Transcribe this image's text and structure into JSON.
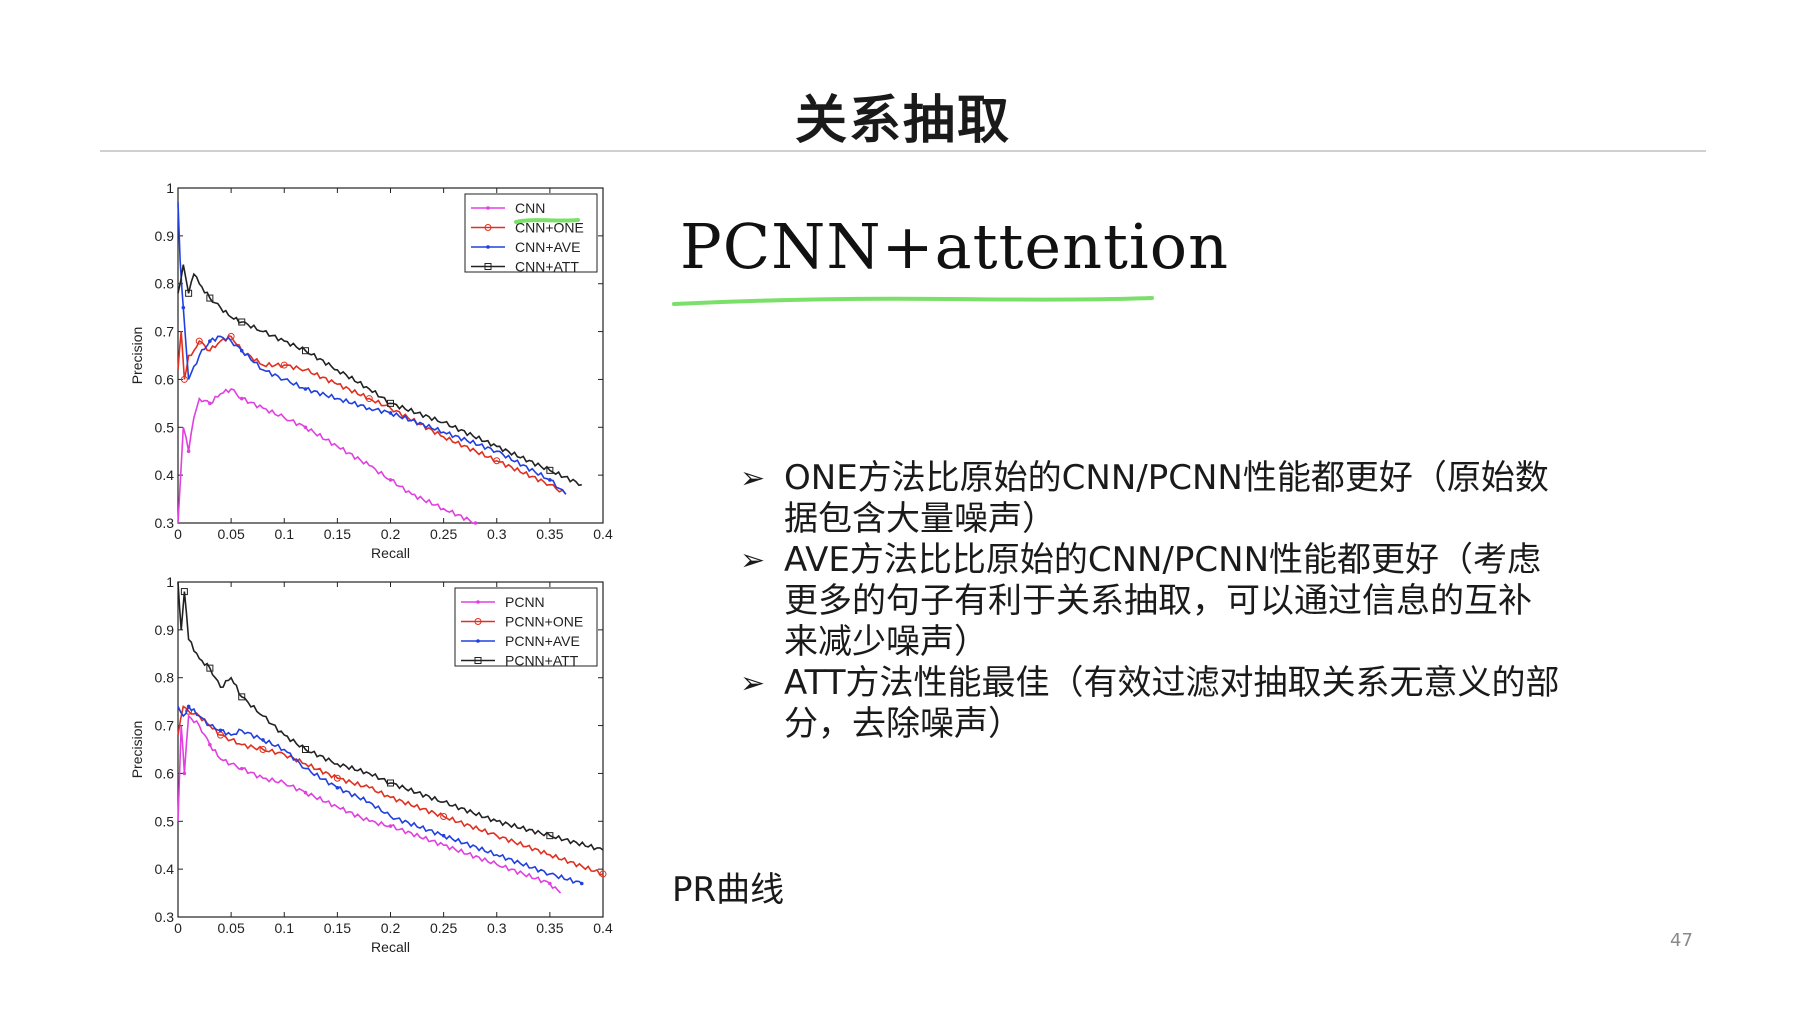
{
  "slide": {
    "title": "关系抽取",
    "headline": "PCNN+attention",
    "caption": "PR曲线",
    "page_number": "47",
    "bullets": [
      "ONE方法比原始的CNN/PCNN性能都更好（原始数据包含大量噪声）",
      "AVE方法比比原始的CNN/PCNN性能都更好（考虑更多的句子有利于关系抽取，可以通过信息的互补来减少噪声）",
      "ATT方法性能最佳（有效过滤对抽取关系无意义的部分，去除噪声）"
    ],
    "bullet_marker": "➢",
    "highlight_color": "#7be06a"
  },
  "chart_data": [
    {
      "type": "line",
      "xlabel": "Recall",
      "ylabel": "Precision",
      "xlim": [
        0,
        0.4
      ],
      "ylim": [
        0.3,
        1
      ],
      "xticks": [
        "0",
        "0.05",
        "0.1",
        "0.15",
        "0.2",
        "0.25",
        "0.3",
        "0.35",
        "0.4"
      ],
      "yticks": [
        "0.3",
        "0.4",
        "0.5",
        "0.6",
        "0.7",
        "0.8",
        "0.9",
        "1"
      ],
      "legend_position": "top-right",
      "series": [
        {
          "name": "CNN",
          "color": "#e040e0",
          "marker": "+",
          "x": [
            0.0,
            0.005,
            0.01,
            0.015,
            0.02,
            0.03,
            0.04,
            0.05,
            0.06,
            0.08,
            0.1,
            0.12,
            0.15,
            0.18,
            0.2,
            0.22,
            0.25,
            0.28
          ],
          "y": [
            0.3,
            0.5,
            0.45,
            0.52,
            0.56,
            0.55,
            0.57,
            0.58,
            0.56,
            0.54,
            0.52,
            0.5,
            0.46,
            0.42,
            0.39,
            0.36,
            0.33,
            0.3
          ]
        },
        {
          "name": "CNN+ONE",
          "color": "#e03020",
          "marker": "o",
          "x": [
            0.0,
            0.003,
            0.006,
            0.01,
            0.015,
            0.02,
            0.03,
            0.04,
            0.05,
            0.06,
            0.08,
            0.1,
            0.12,
            0.15,
            0.18,
            0.2,
            0.25,
            0.3,
            0.35,
            0.365
          ],
          "y": [
            0.62,
            0.7,
            0.6,
            0.65,
            0.66,
            0.68,
            0.66,
            0.68,
            0.69,
            0.66,
            0.63,
            0.63,
            0.62,
            0.59,
            0.56,
            0.54,
            0.48,
            0.43,
            0.38,
            0.36
          ]
        },
        {
          "name": "CNN+AVE",
          "color": "#2040e0",
          "marker": "*",
          "x": [
            0.0,
            0.002,
            0.005,
            0.01,
            0.02,
            0.03,
            0.04,
            0.05,
            0.06,
            0.08,
            0.1,
            0.12,
            0.15,
            0.18,
            0.2,
            0.25,
            0.3,
            0.35,
            0.365
          ],
          "y": [
            0.97,
            0.85,
            0.75,
            0.6,
            0.65,
            0.68,
            0.69,
            0.68,
            0.66,
            0.62,
            0.6,
            0.58,
            0.56,
            0.54,
            0.53,
            0.49,
            0.45,
            0.39,
            0.36
          ]
        },
        {
          "name": "CNN+ATT",
          "color": "#222222",
          "marker": "□",
          "x": [
            0.0,
            0.005,
            0.01,
            0.015,
            0.02,
            0.03,
            0.04,
            0.05,
            0.06,
            0.08,
            0.1,
            0.12,
            0.15,
            0.18,
            0.2,
            0.25,
            0.3,
            0.35,
            0.38
          ],
          "y": [
            0.78,
            0.84,
            0.78,
            0.82,
            0.8,
            0.77,
            0.75,
            0.73,
            0.72,
            0.7,
            0.68,
            0.66,
            0.62,
            0.58,
            0.55,
            0.51,
            0.46,
            0.41,
            0.38
          ]
        }
      ]
    },
    {
      "type": "line",
      "xlabel": "Recall",
      "ylabel": "Precision",
      "xlim": [
        0,
        0.4
      ],
      "ylim": [
        0.3,
        1
      ],
      "xticks": [
        "0",
        "0.05",
        "0.1",
        "0.15",
        "0.2",
        "0.25",
        "0.3",
        "0.35",
        "0.4"
      ],
      "yticks": [
        "0.3",
        "0.4",
        "0.5",
        "0.6",
        "0.7",
        "0.8",
        "0.9",
        "1"
      ],
      "legend_position": "top-right",
      "series": [
        {
          "name": "PCNN",
          "color": "#e040e0",
          "marker": "+",
          "x": [
            0.0,
            0.003,
            0.006,
            0.01,
            0.02,
            0.03,
            0.04,
            0.05,
            0.06,
            0.08,
            0.1,
            0.12,
            0.15,
            0.18,
            0.2,
            0.25,
            0.3,
            0.35,
            0.36
          ],
          "y": [
            0.5,
            0.7,
            0.6,
            0.72,
            0.7,
            0.66,
            0.63,
            0.62,
            0.61,
            0.59,
            0.58,
            0.56,
            0.53,
            0.5,
            0.49,
            0.45,
            0.41,
            0.37,
            0.35
          ]
        },
        {
          "name": "PCNN+ONE",
          "color": "#e03020",
          "marker": "o",
          "x": [
            0.0,
            0.005,
            0.01,
            0.02,
            0.03,
            0.04,
            0.05,
            0.06,
            0.08,
            0.1,
            0.12,
            0.15,
            0.18,
            0.2,
            0.25,
            0.3,
            0.35,
            0.4
          ],
          "y": [
            0.68,
            0.74,
            0.73,
            0.72,
            0.7,
            0.68,
            0.67,
            0.66,
            0.65,
            0.64,
            0.62,
            0.59,
            0.57,
            0.55,
            0.51,
            0.47,
            0.43,
            0.39
          ]
        },
        {
          "name": "PCNN+AVE",
          "color": "#2040e0",
          "marker": "*",
          "x": [
            0.0,
            0.005,
            0.01,
            0.02,
            0.03,
            0.04,
            0.05,
            0.06,
            0.08,
            0.1,
            0.12,
            0.15,
            0.18,
            0.2,
            0.25,
            0.3,
            0.35,
            0.38
          ],
          "y": [
            0.74,
            0.72,
            0.74,
            0.72,
            0.7,
            0.69,
            0.68,
            0.69,
            0.67,
            0.65,
            0.61,
            0.57,
            0.54,
            0.51,
            0.47,
            0.43,
            0.39,
            0.37
          ]
        },
        {
          "name": "PCNN+ATT",
          "color": "#222222",
          "marker": "□",
          "x": [
            0.0,
            0.003,
            0.006,
            0.01,
            0.02,
            0.03,
            0.04,
            0.05,
            0.06,
            0.08,
            0.1,
            0.12,
            0.15,
            0.18,
            0.2,
            0.25,
            0.3,
            0.35,
            0.4
          ],
          "y": [
            1.0,
            0.9,
            0.98,
            0.88,
            0.84,
            0.82,
            0.78,
            0.8,
            0.76,
            0.72,
            0.68,
            0.65,
            0.62,
            0.6,
            0.58,
            0.54,
            0.5,
            0.47,
            0.44
          ]
        }
      ]
    }
  ]
}
